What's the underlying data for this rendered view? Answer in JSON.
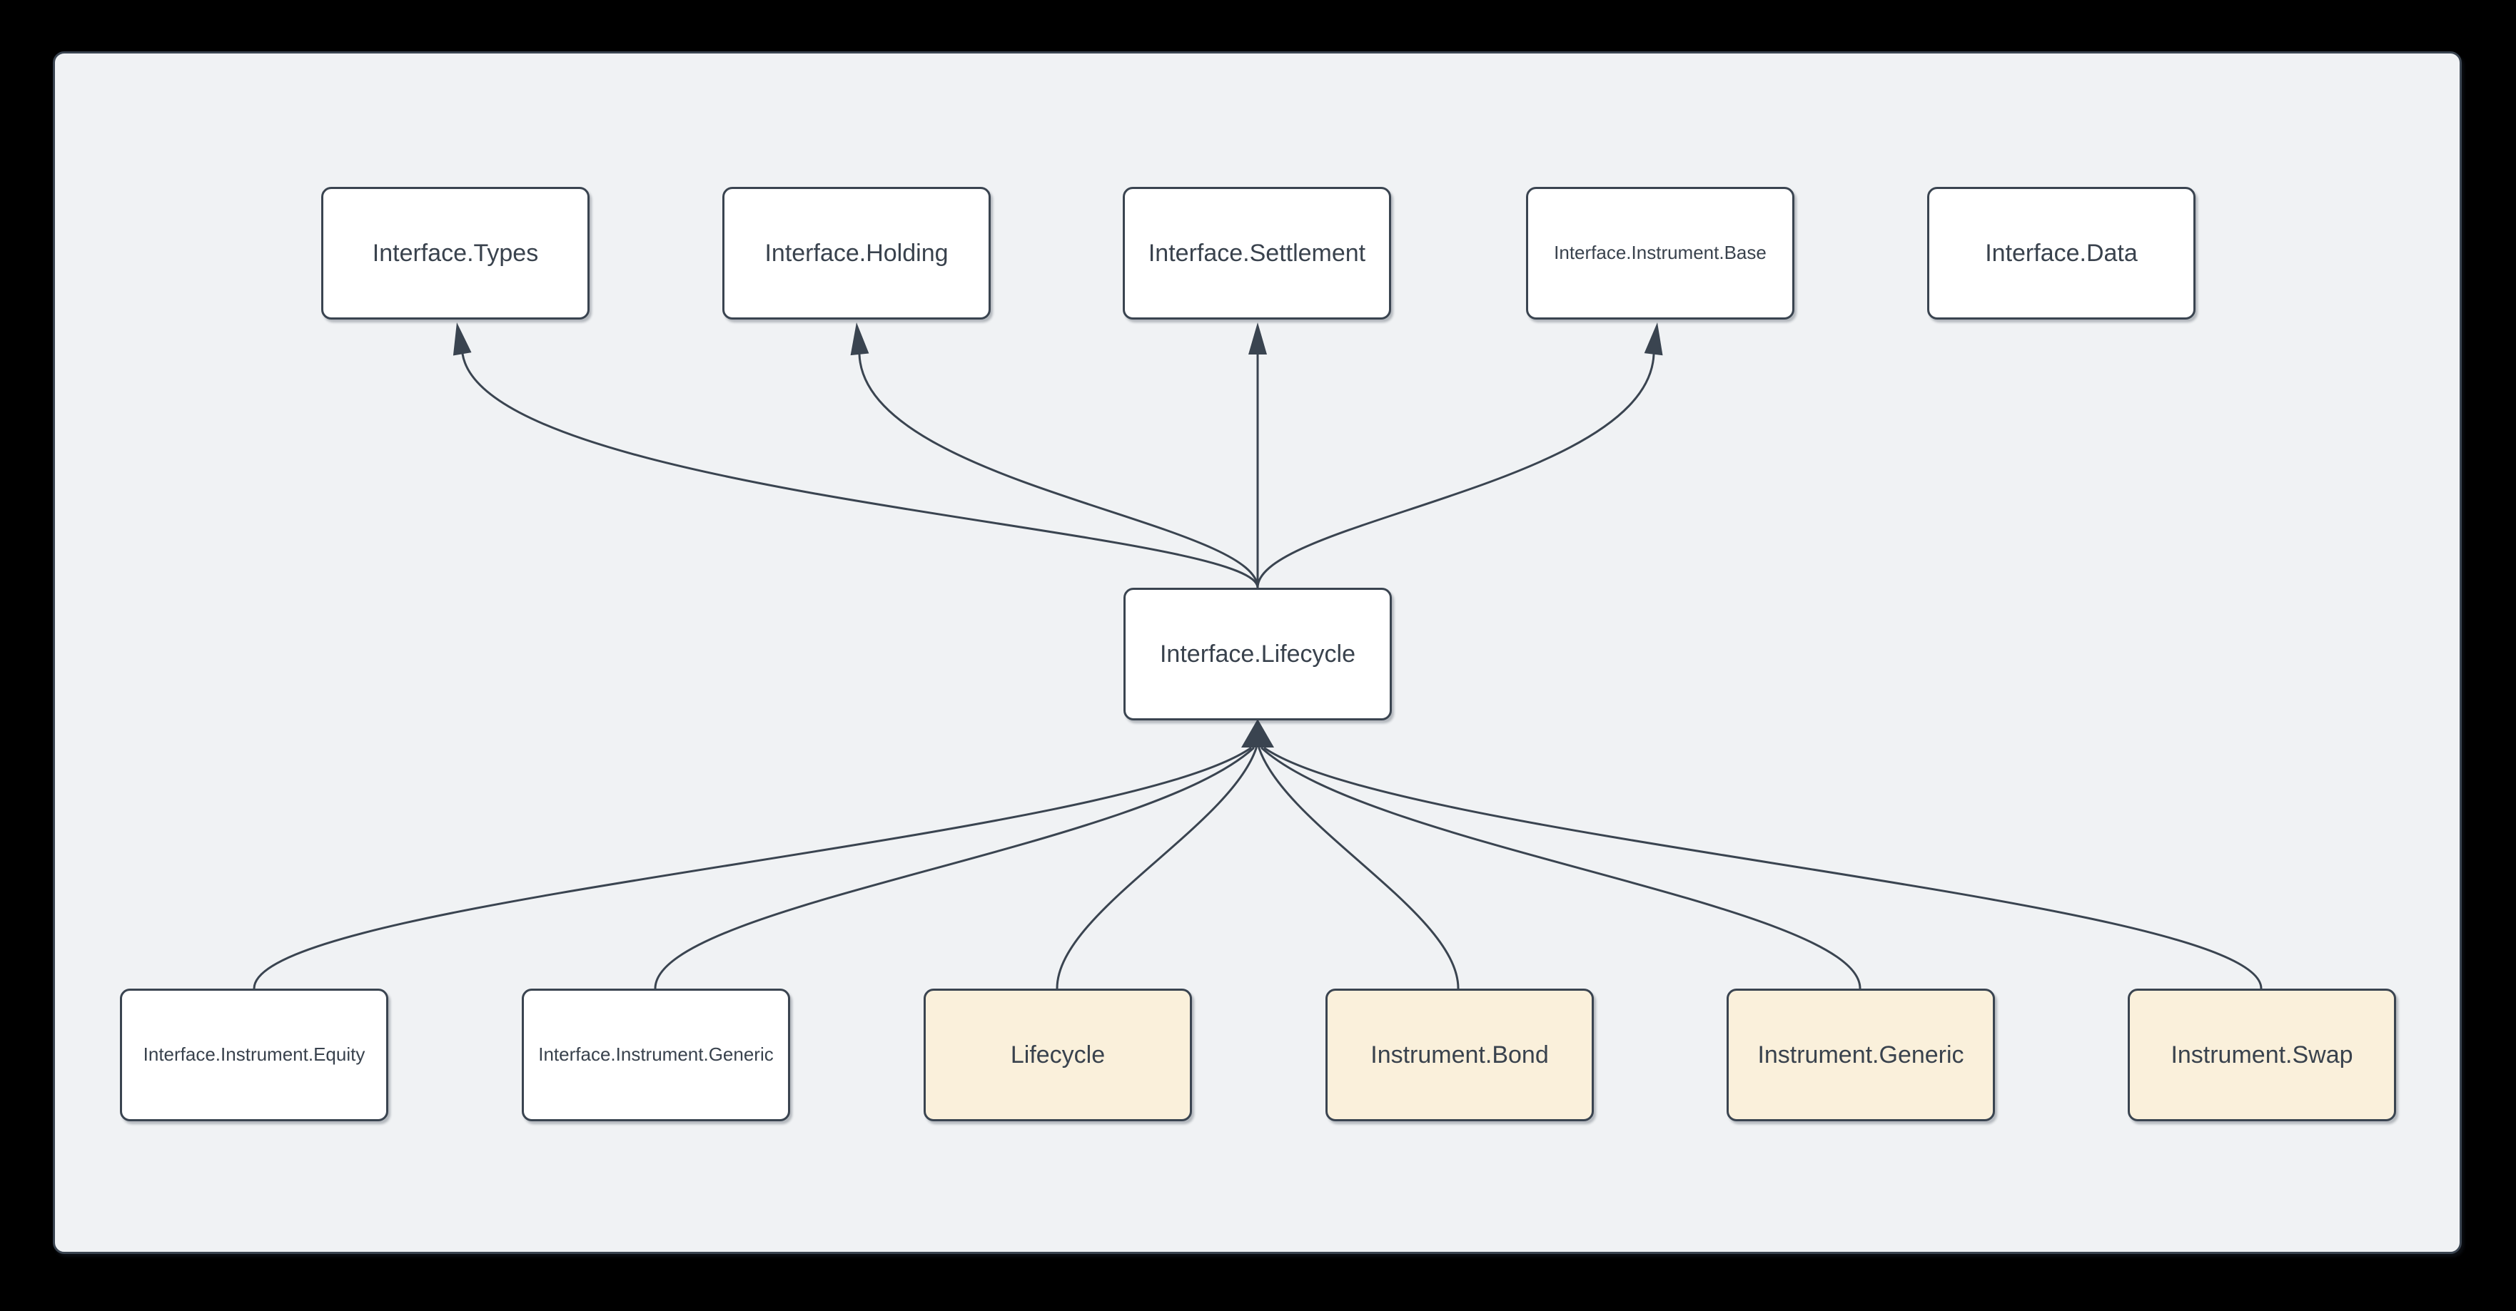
{
  "diagram": {
    "type": "dependency-graph",
    "background_color": "#000000",
    "canvas_color": "#F0F2F4",
    "stroke_color": "#3A4450",
    "text_color": "#39424D",
    "node_fill_default": "#FFFFFF",
    "node_fill_highlight": "#FAF0DB",
    "nodes": [
      {
        "id": "interface-types",
        "label": "Interface.Types",
        "highlighted": false
      },
      {
        "id": "interface-holding",
        "label": "Interface.Holding",
        "highlighted": false
      },
      {
        "id": "interface-settlement",
        "label": "Interface.Settlement",
        "highlighted": false
      },
      {
        "id": "interface-instrument-base",
        "label": "Interface.Instrument.Base",
        "highlighted": false
      },
      {
        "id": "interface-data",
        "label": "Interface.Data",
        "highlighted": false
      },
      {
        "id": "interface-lifecycle",
        "label": "Interface.Lifecycle",
        "highlighted": false
      },
      {
        "id": "interface-instrument-equity",
        "label": "Interface.Instrument.Equity",
        "highlighted": false
      },
      {
        "id": "interface-instrument-generic",
        "label": "Interface.Instrument.Generic",
        "highlighted": false
      },
      {
        "id": "lifecycle",
        "label": "Lifecycle",
        "highlighted": true
      },
      {
        "id": "instrument-bond",
        "label": "Instrument.Bond",
        "highlighted": true
      },
      {
        "id": "instrument-generic",
        "label": "Instrument.Generic",
        "highlighted": true
      },
      {
        "id": "instrument-swap",
        "label": "Instrument.Swap",
        "highlighted": true
      }
    ],
    "edges": [
      {
        "from": "interface-lifecycle",
        "to": "interface-types"
      },
      {
        "from": "interface-lifecycle",
        "to": "interface-holding"
      },
      {
        "from": "interface-lifecycle",
        "to": "interface-settlement"
      },
      {
        "from": "interface-lifecycle",
        "to": "interface-instrument-base"
      },
      {
        "from": "interface-instrument-equity",
        "to": "interface-lifecycle"
      },
      {
        "from": "interface-instrument-generic",
        "to": "interface-lifecycle"
      },
      {
        "from": "lifecycle",
        "to": "interface-lifecycle"
      },
      {
        "from": "instrument-bond",
        "to": "interface-lifecycle"
      },
      {
        "from": "instrument-generic",
        "to": "interface-lifecycle"
      },
      {
        "from": "instrument-swap",
        "to": "interface-lifecycle"
      }
    ]
  }
}
